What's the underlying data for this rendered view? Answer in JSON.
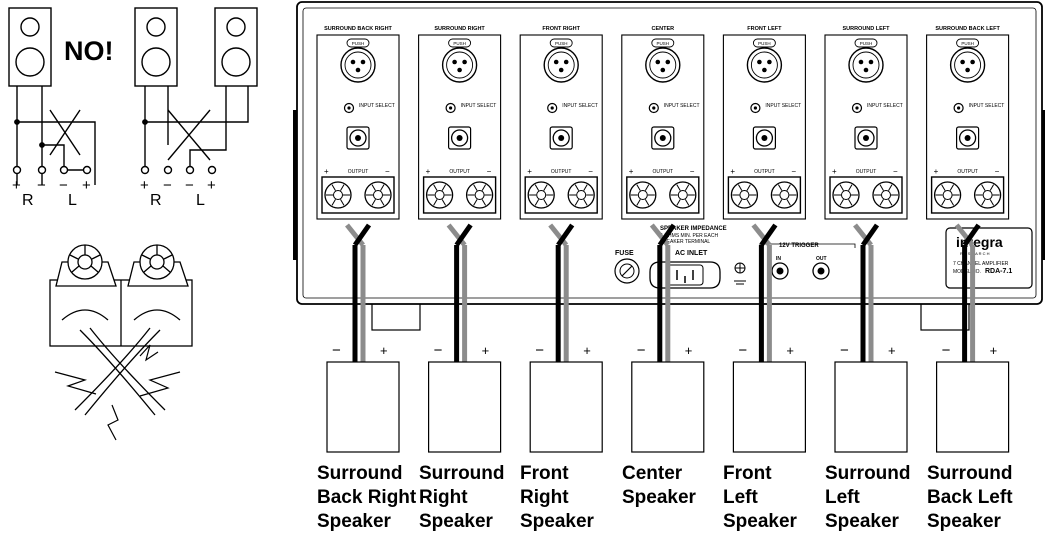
{
  "warning": {
    "text": "NO!"
  },
  "polarity": {
    "plus": "+",
    "minus": "−"
  },
  "terminal_letters": {
    "right": "R",
    "left": "L"
  },
  "channels": [
    {
      "title": "SURROUND BACK RIGHT"
    },
    {
      "title": "SURROUND RIGHT"
    },
    {
      "title": "FRONT RIGHT"
    },
    {
      "title": "CENTER"
    },
    {
      "title": "FRONT LEFT"
    },
    {
      "title": "SURROUND LEFT"
    },
    {
      "title": "SURROUND BACK LEFT"
    }
  ],
  "channel_controls": {
    "push": "PUSH",
    "input_select": "INPUT SELECT",
    "output": "OUTPUT"
  },
  "panel": {
    "fuse": "FUSE",
    "impedance_title": "SPEAKER IMPEDANCE",
    "impedance_line1": "4 OHMS MIN. PER EACH",
    "impedance_line2": "SPEAKER TERMINAL",
    "ac_inlet": "AC INLET",
    "trigger": "12V TRIGGER",
    "trigger_in": "IN",
    "trigger_out": "OUT",
    "brand": "integra",
    "brand_tag": "R E S E A R C H",
    "model_desc": "7 CHANNEL AMPLIFIER",
    "model_label": "MODEL NO.",
    "model": "RDA-7.1"
  },
  "speakers": [
    {
      "label": "Surround\nBack Right\nSpeaker"
    },
    {
      "label": "Surround\nRight\nSpeaker"
    },
    {
      "label": "Front\nRight\nSpeaker"
    },
    {
      "label": "Center\nSpeaker"
    },
    {
      "label": "Front\nLeft\nSpeaker"
    },
    {
      "label": "Surround\nLeft\nSpeaker"
    },
    {
      "label": "Surround\nBack Left\nSpeaker"
    }
  ]
}
